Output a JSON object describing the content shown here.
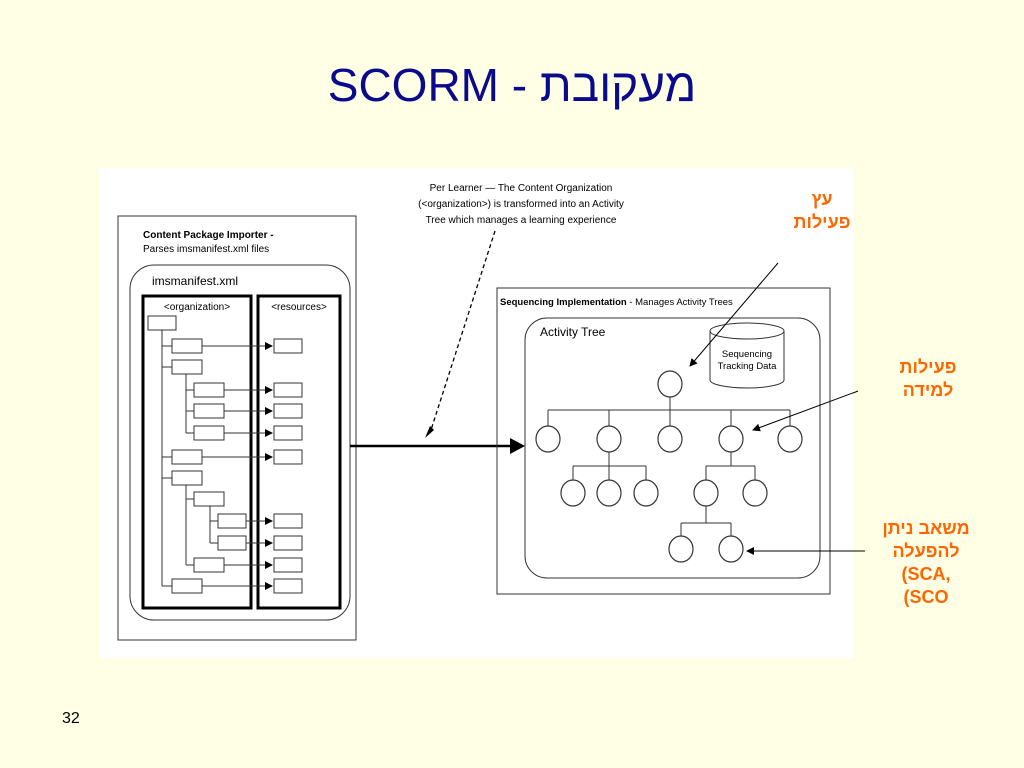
{
  "slide": {
    "title": "SCORM - מעקובת",
    "page_number": "32"
  },
  "figure": {
    "importer_title": "Content Package Importer -",
    "importer_subtitle": "Parses imsmanifest.xml files",
    "manifest_label": "imsmanifest.xml",
    "organization_label": "<organization>",
    "resources_label": "<resources>",
    "note_line1": "Per Learner — The Content Organization",
    "note_line2": "(<organization>) is transformed into an Activity",
    "note_line3": "Tree which manages a learning experience",
    "seq_title_bold": "Sequencing Implementation",
    "seq_title_rest": " - Manages Activity Trees",
    "activity_tree_label": "Activity Tree",
    "db_line1": "Sequencing",
    "db_line2": "Tracking Data"
  },
  "annotations": {
    "activity_tree": [
      "עץ",
      "פעילות"
    ],
    "learning_activities": [
      "פעילות",
      "למידה"
    ],
    "sco": [
      "משאב ניתן",
      "להפעלה",
      "(SCA,",
      "(SCO"
    ]
  },
  "colors": {
    "title": "#0a0a8c",
    "annotation": "#ff6600",
    "background": "#ffffe5"
  }
}
